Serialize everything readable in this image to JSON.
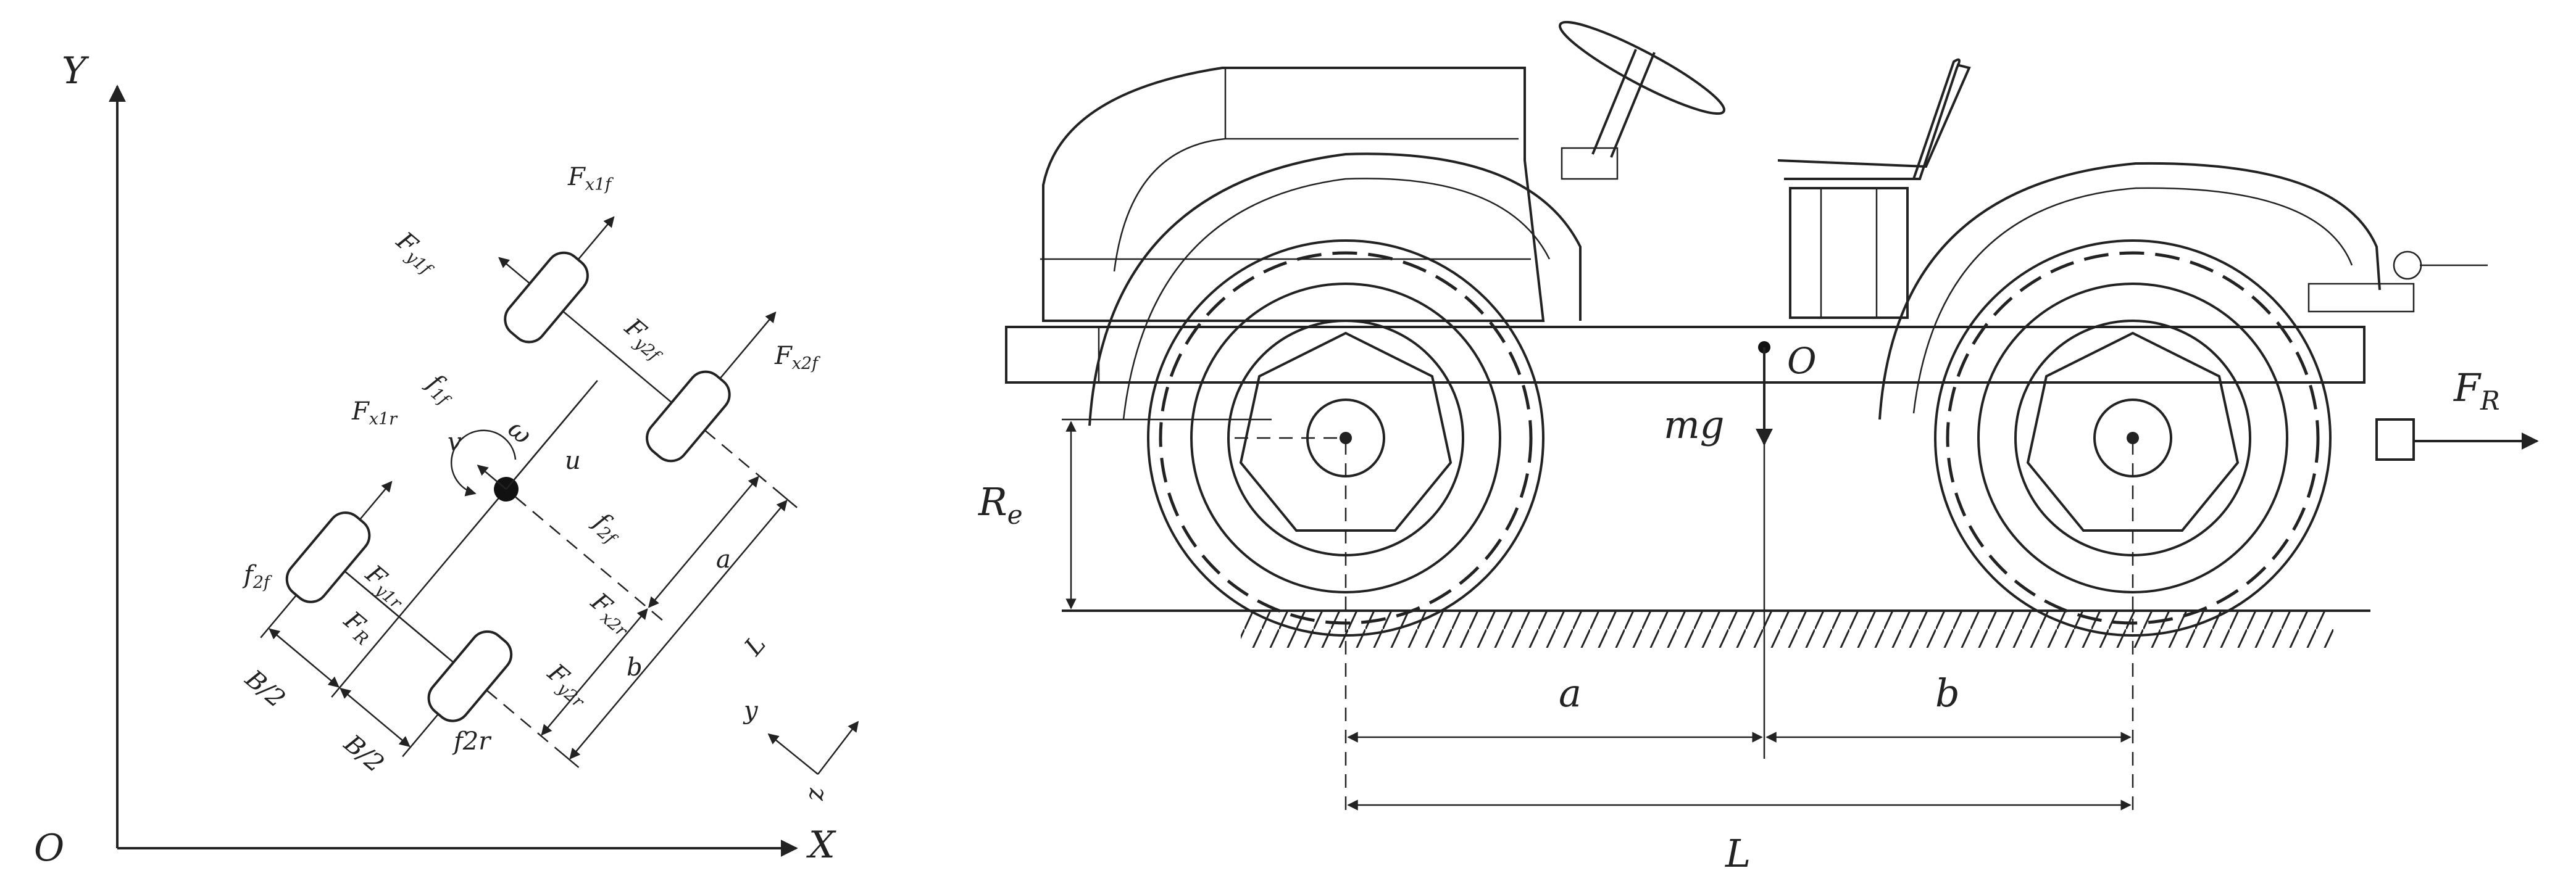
{
  "planar": {
    "axes": {
      "origin": "O",
      "x": "X",
      "y": "Y"
    },
    "forces": {
      "fx1f": "F",
      "fx1f_sub": "x1f",
      "fy1f": "F",
      "fy1f_sub": "y1f",
      "f1f": "f",
      "f1f_sub": "1f",
      "fy2f": "F",
      "fy2f_sub": "y2f",
      "fx2f": "F",
      "fx2f_sub": "x2f",
      "fx1r": "F",
      "fx1r_sub": "x1r",
      "fy1r": "F",
      "fy1r_sub": "y1r",
      "fr": "F",
      "fr_sub": "R",
      "f2f": "f",
      "f2f_sub": "2f",
      "f2f_front": "f",
      "f2f_front_sub": "2f",
      "fx2r": "F",
      "fx2r_sub": "x2r",
      "fy2r": "F",
      "fy2r_sub": "y2r",
      "f2r": "f2r"
    },
    "symbols": {
      "omega": "ω",
      "v": "v",
      "u": "u",
      "a": "a",
      "b": "b",
      "L": "L",
      "half_track_1": "B/2",
      "half_track_2": "B/2"
    },
    "local_axes": {
      "y": "y",
      "z": "z"
    }
  },
  "side": {
    "labels": {
      "O": "O",
      "mg": "mg",
      "Re": "R",
      "Re_sub": "e",
      "FR": "F",
      "FR_sub": "R",
      "a": "a",
      "b": "b",
      "L": "L"
    }
  }
}
